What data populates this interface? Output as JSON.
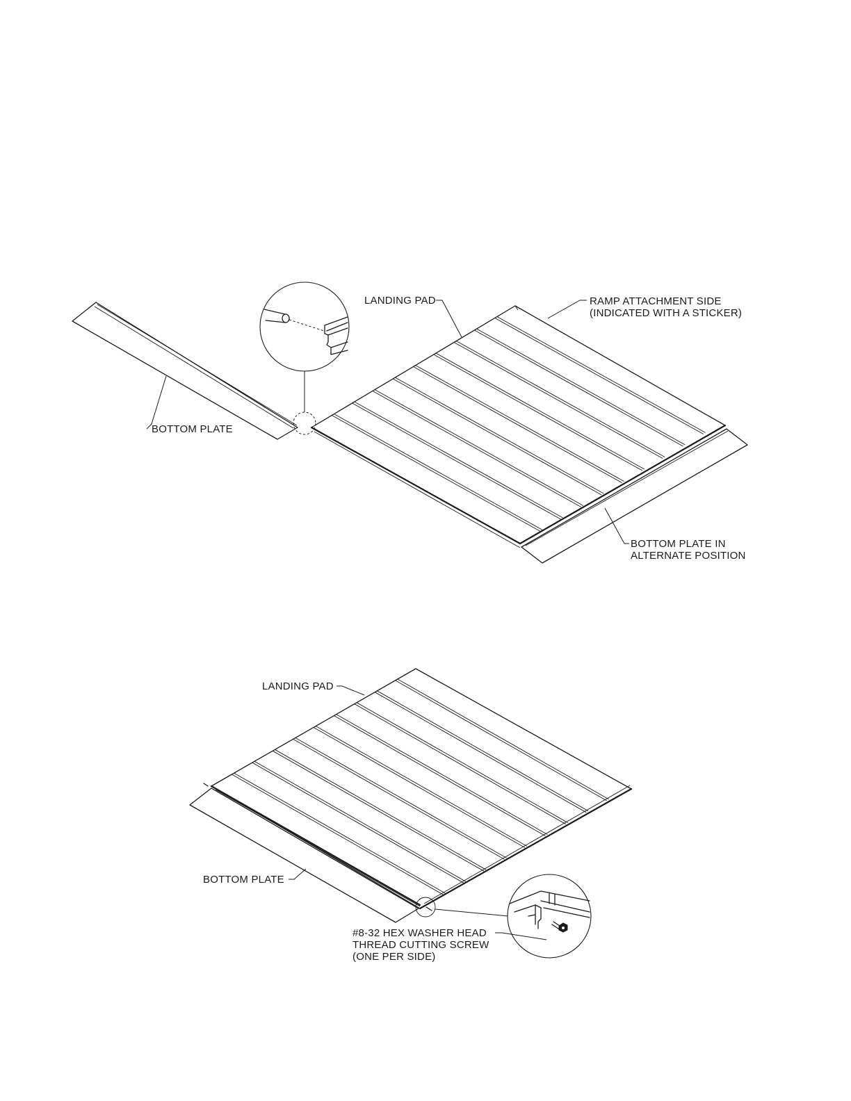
{
  "top_view": {
    "landing_pad_label": "LANDING PAD",
    "ramp_side_line1": "RAMP ATTACHMENT SIDE",
    "ramp_side_line2": "(INDICATED WITH A STICKER)",
    "bottom_plate_label": "BOTTOM PLATE",
    "alt_position_line1": "BOTTOM PLATE IN",
    "alt_position_line2": "ALTERNATE POSITION"
  },
  "bottom_view": {
    "landing_pad_label": "LANDING PAD",
    "bottom_plate_label": "BOTTOM PLATE",
    "screw_line1": "#8-32 HEX WASHER HEAD",
    "screw_line2": "THREAD CUTTING SCREW",
    "screw_line3": "(ONE PER SIDE)"
  }
}
